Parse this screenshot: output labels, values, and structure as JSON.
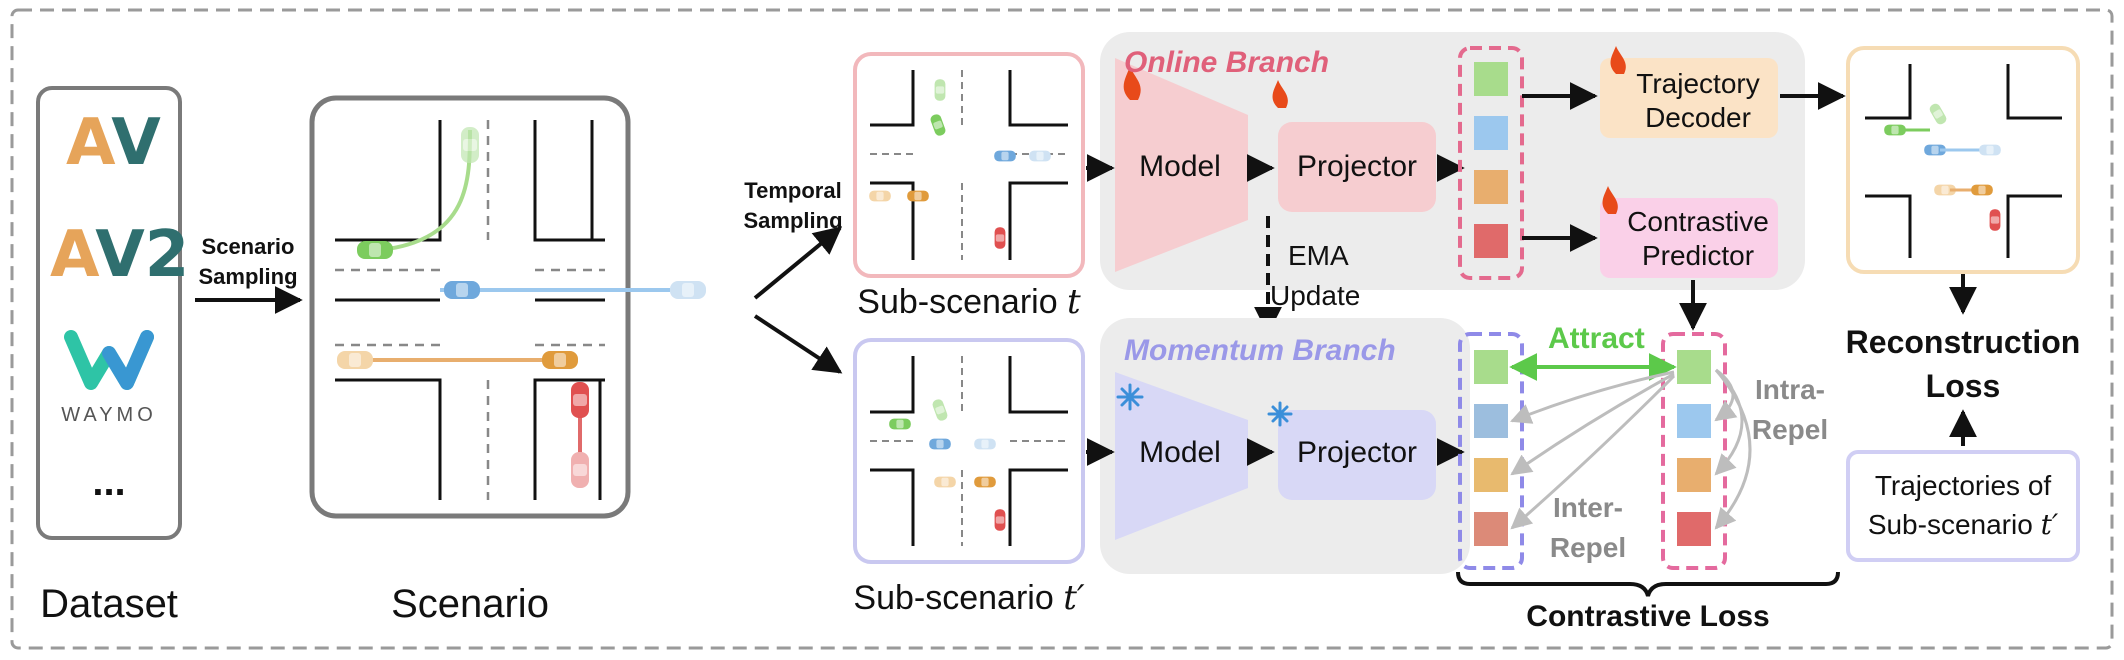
{
  "dataset": {
    "label": "Dataset",
    "logos": [
      {
        "name": "AV",
        "parts": [
          {
            "text": "A",
            "color": "#e6a45a"
          },
          {
            "text": "V",
            "color": "#2f6f6f"
          }
        ]
      },
      {
        "name": "AV2",
        "parts": [
          {
            "text": "A",
            "color": "#e6a45a"
          },
          {
            "text": "V2",
            "color": "#2f6f6f"
          }
        ]
      },
      {
        "name": "WAYMO",
        "text": "WAYMO",
        "colors": [
          "#2ec4a6",
          "#3b8fd9"
        ]
      }
    ],
    "ellipsis": "..."
  },
  "scenario_sampling": {
    "line1": "Scenario",
    "line2": "Sampling"
  },
  "scenario_label": "Scenario",
  "temporal_sampling": {
    "line1": "Temporal",
    "line2": "Sampling"
  },
  "sub_scenario_t": {
    "prefix": "Sub-scenario ",
    "var": "t"
  },
  "sub_scenario_t_prime": {
    "prefix": "Sub-scenario ",
    "var": "t′"
  },
  "online_branch": {
    "title": "Online Branch",
    "model": "Model",
    "projector": "Projector",
    "trajectory_decoder": {
      "line1": "Trajectory",
      "line2": "Decoder"
    },
    "contrastive_predictor": {
      "line1": "Contrastive",
      "line2": "Predictor"
    }
  },
  "momentum_branch": {
    "title": "Momentum Branch",
    "model": "Model",
    "projector": "Projector"
  },
  "ema_update": {
    "line1": "EMA",
    "line2": "Update"
  },
  "attract": "Attract",
  "intra_repel": {
    "line1": "Intra-",
    "line2": "Repel"
  },
  "inter_repel": {
    "line1": "Inter-",
    "line2": "Repel"
  },
  "contrastive_loss": "Contrastive Loss",
  "reconstruction_loss": {
    "line1": "Reconstruction",
    "line2": "Loss"
  },
  "trajectories_box": {
    "line1": "Trajectories of",
    "line2": "Sub-scenario ",
    "var": "t′"
  },
  "colors": {
    "embedding_green": "#a8dc8c",
    "embedding_blue": "#9cc8ee",
    "embedding_orange": "#e8ae6e",
    "embedding_red": "#e06a6a",
    "online_title": "#e0607a",
    "momentum_title": "#9a98e8",
    "attract": "#5cc94a"
  },
  "icons": {
    "fire": "fire-icon",
    "snowflake": "snowflake-icon"
  }
}
